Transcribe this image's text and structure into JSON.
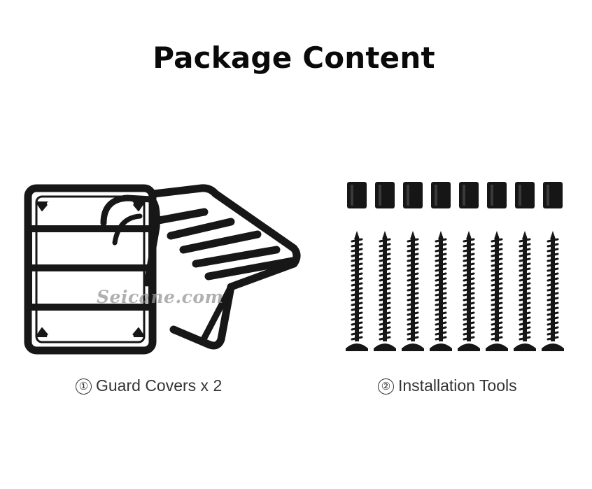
{
  "title": "Package Content",
  "watermark": "Seicane.com",
  "items": [
    {
      "number": "①",
      "label": "Guard Covers x 2",
      "image": "tail-light-guard-covers"
    },
    {
      "number": "②",
      "label": "Installation Tools",
      "image": "spacers-and-screws"
    }
  ],
  "hardware": {
    "spacer_count": 8,
    "screw_count": 8
  },
  "colors": {
    "product": "#161616",
    "text": "#333333",
    "title": "#0a0a0a"
  }
}
